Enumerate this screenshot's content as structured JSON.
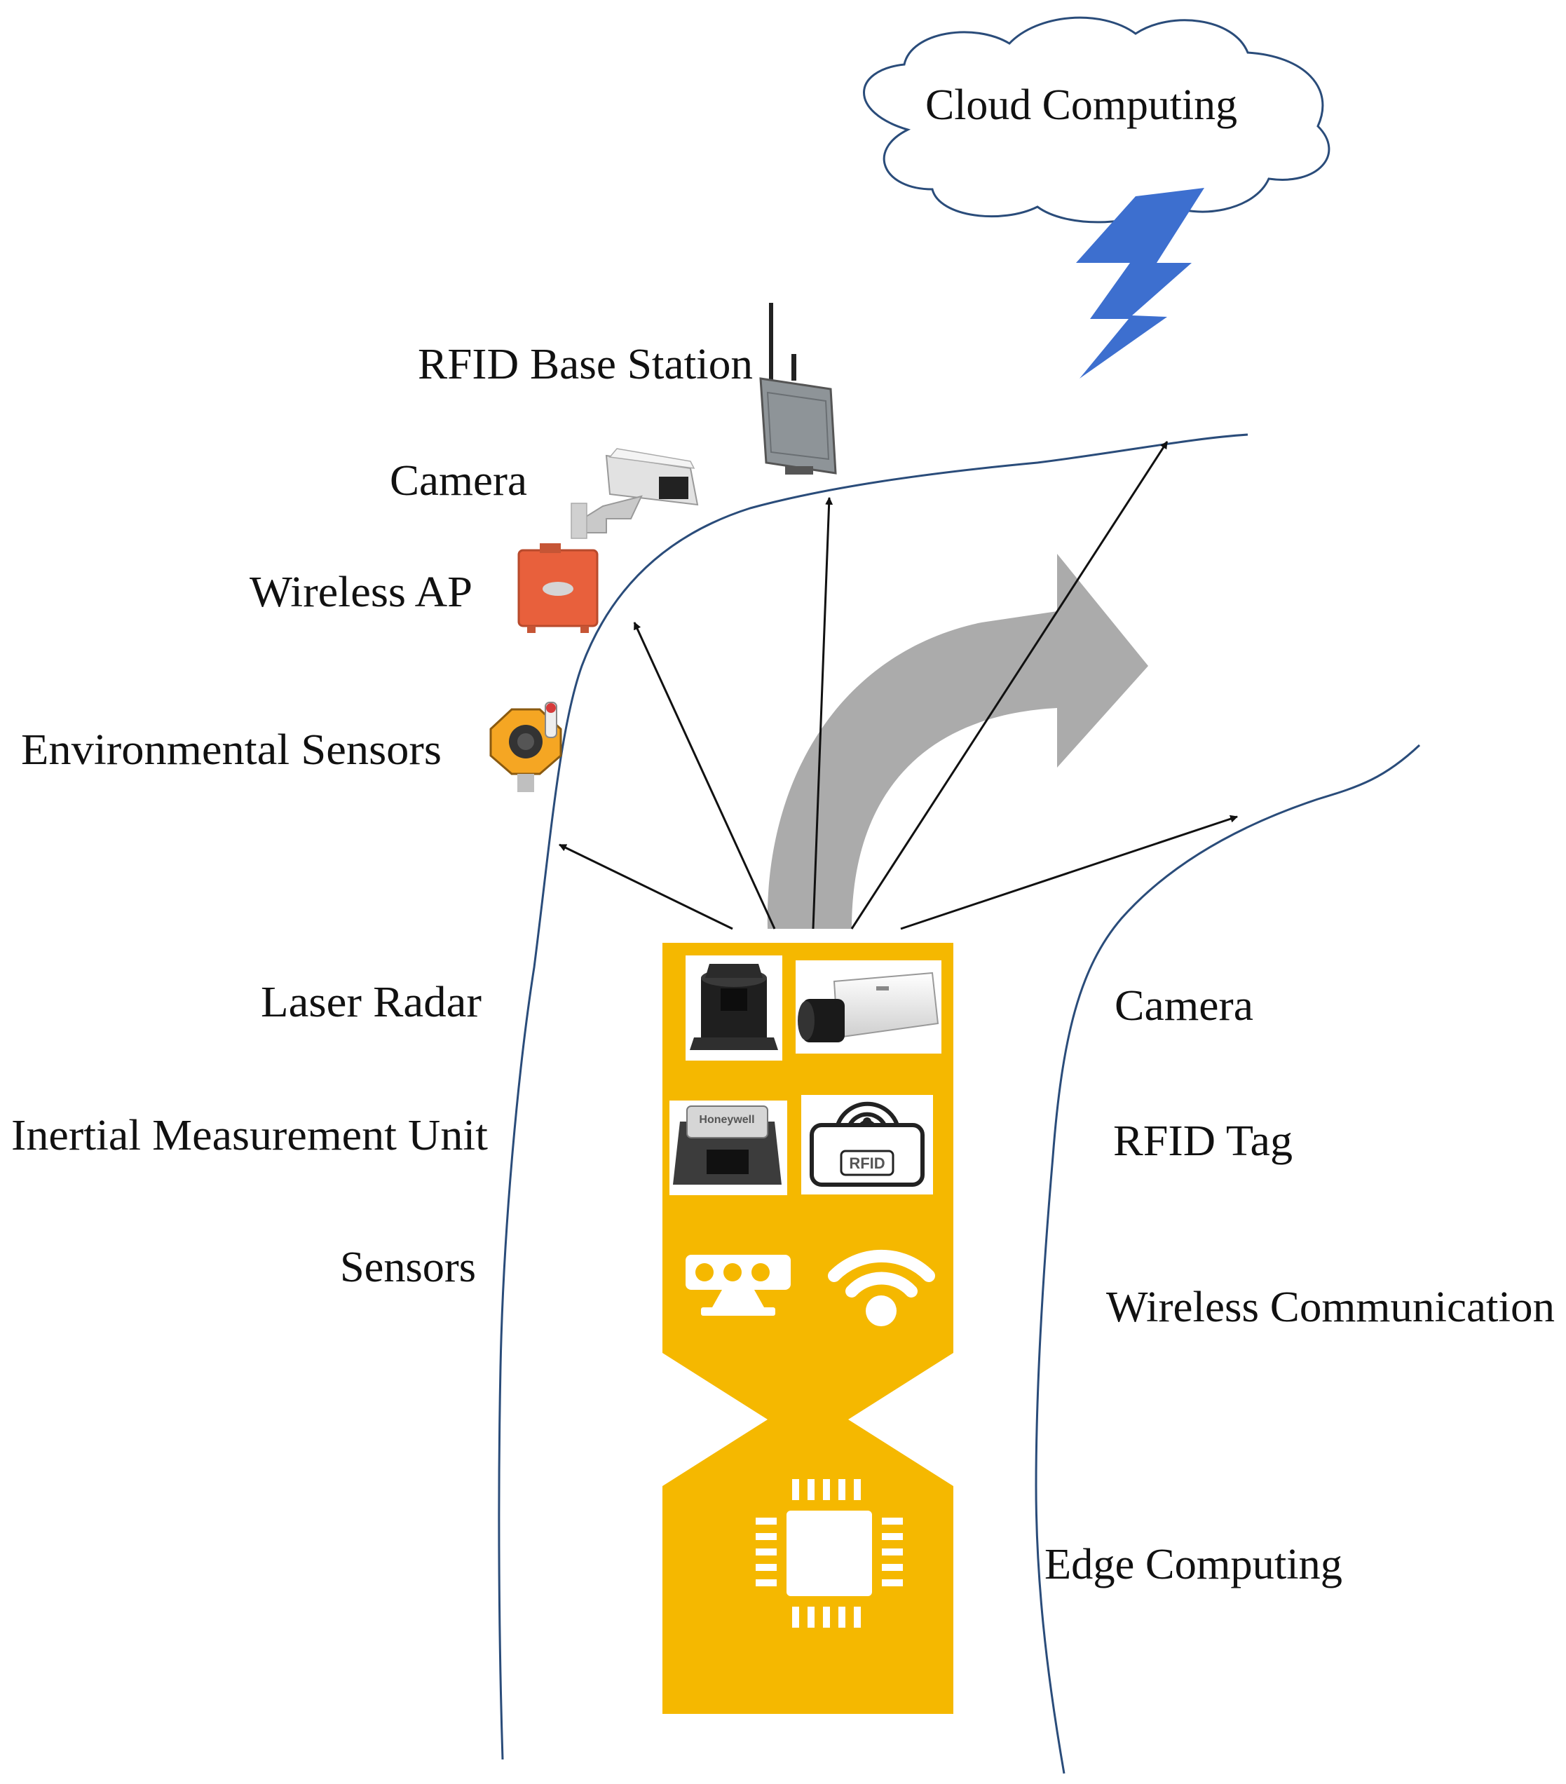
{
  "top_labels": {
    "cloud": "Cloud Computing",
    "rfid_base_station": "RFID Base Station",
    "camera_top": "Camera",
    "wireless_ap": "Wireless AP",
    "environmental_sensors": "Environmental Sensors"
  },
  "left_labels": {
    "laser_radar": "Laser Radar",
    "imu": "Inertial Measurement Unit",
    "sensors": "Sensors"
  },
  "right_labels": {
    "camera": "Camera",
    "rfid_tag": "RFID Tag",
    "wireless_communication": "Wireless Communication",
    "edge_computing": "Edge Computing"
  },
  "device_text": {
    "rfid_badge": "RFID",
    "imu_brand": "Honeywell"
  },
  "colors": {
    "edge_panel": "#F5B800",
    "lightning": "#3D6FCF",
    "curve": "#2A4C7A",
    "big_arrow": "#ABABAB",
    "ap_box": "#E8603C"
  }
}
